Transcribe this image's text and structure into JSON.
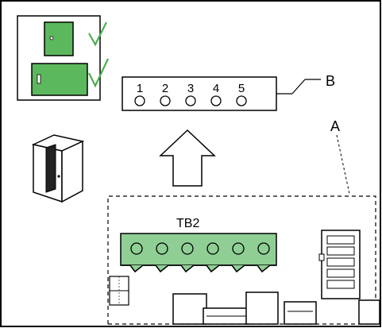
{
  "connector_pins": [
    "1",
    "2",
    "3",
    "4",
    "5"
  ],
  "labels": {
    "connector": "B",
    "board": "A",
    "terminal_block": "TB2"
  },
  "colors": {
    "line": "#000000",
    "green_fill": "#5cb85c",
    "terminal_green": "#8fcf95",
    "check_green": "#4caf50"
  },
  "icons": [
    "check-mark-icon",
    "check-mark-icon",
    "up-arrow-icon",
    "cabinet-icon"
  ]
}
